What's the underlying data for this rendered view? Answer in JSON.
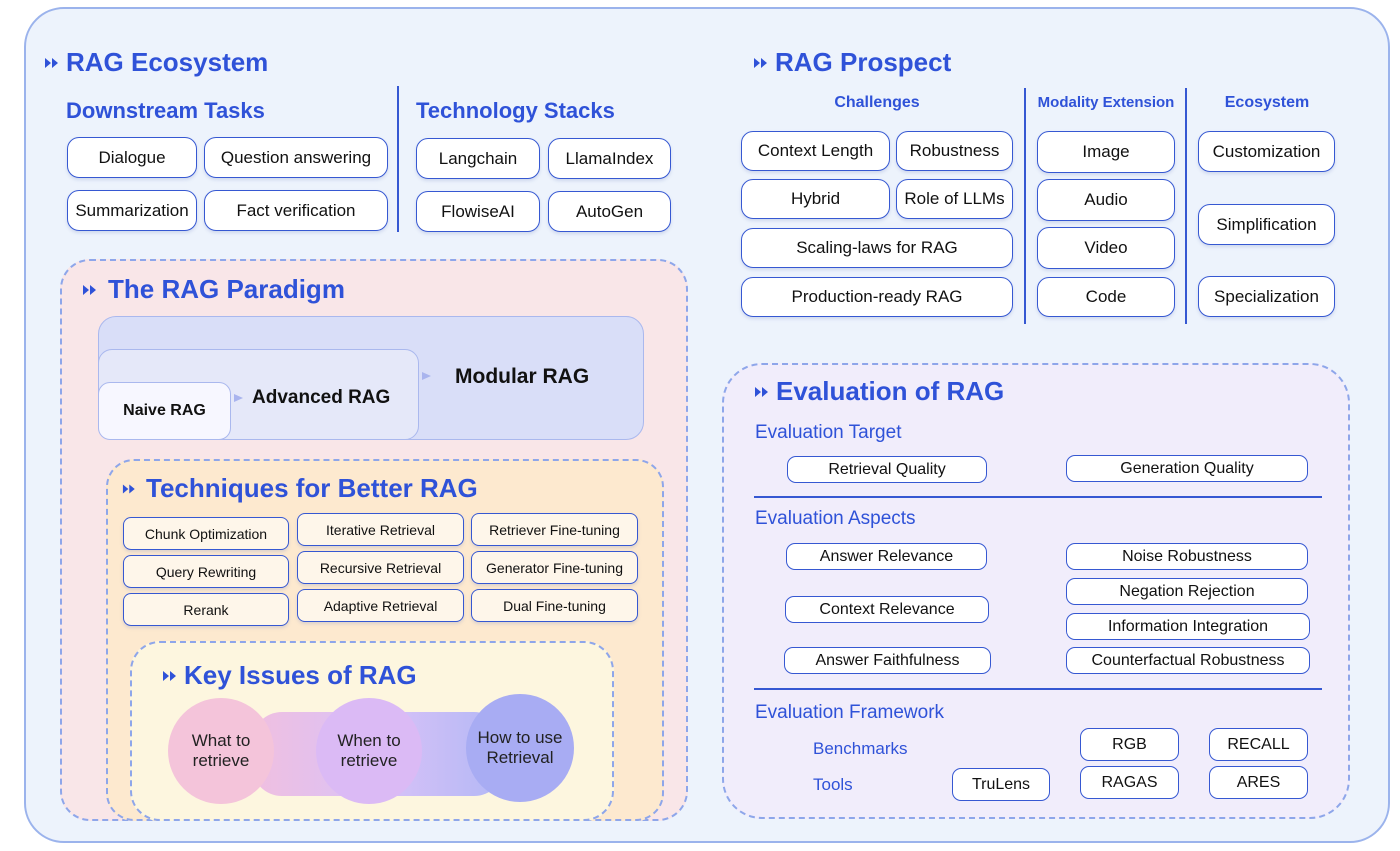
{
  "ecosystem": {
    "title": "RAG Ecosystem",
    "downstream": {
      "title": "Downstream Tasks",
      "items": [
        "Dialogue",
        "Question answering",
        "Summarization",
        "Fact verification"
      ]
    },
    "stacks": {
      "title": "Technology Stacks",
      "items": [
        "Langchain",
        "LlamaIndex",
        "FlowiseAI",
        "AutoGen"
      ]
    }
  },
  "paradigm": {
    "title": "The RAG Paradigm",
    "levels": [
      "Naive RAG",
      "Advanced RAG",
      "Modular RAG"
    ]
  },
  "techniques": {
    "title": "Techniques for Better RAG",
    "items": [
      "Chunk Optimization",
      "Iterative Retrieval",
      "Retriever Fine-tuning",
      "Query Rewriting",
      "Recursive Retrieval",
      "Generator Fine-tuning",
      "Rerank",
      "Adaptive Retrieval",
      "Dual Fine-tuning"
    ]
  },
  "key_issues": {
    "title": "Key Issues of RAG",
    "items": [
      {
        "line1": "What to",
        "line2": "retrieve"
      },
      {
        "line1": "When to",
        "line2": "retrieve"
      },
      {
        "line1": "How to use",
        "line2": "Retrieval"
      }
    ]
  },
  "prospect": {
    "title": "RAG Prospect",
    "challenges": {
      "title": "Challenges",
      "items": [
        "Context Length",
        "Robustness",
        "Hybrid",
        "Role of LLMs",
        "Scaling-laws for RAG",
        "Production-ready RAG"
      ]
    },
    "modality": {
      "title": "Modality Extension",
      "items": [
        "Image",
        "Audio",
        "Video",
        "Code"
      ]
    },
    "ecosystem": {
      "title": "Ecosystem",
      "items": [
        "Customization",
        "Simplification",
        "Specialization"
      ]
    }
  },
  "evaluation": {
    "title": "Evaluation of RAG",
    "target": {
      "title": "Evaluation Target",
      "items": [
        "Retrieval Quality",
        "Generation Quality"
      ]
    },
    "aspects": {
      "title": "Evaluation Aspects",
      "left": [
        "Answer Relevance",
        "Context Relevance",
        "Answer Faithfulness"
      ],
      "right": [
        "Noise Robustness",
        "Negation Rejection",
        "Information Integration",
        "Counterfactual Robustness"
      ]
    },
    "framework": {
      "title": "Evaluation Framework",
      "benchmarks_label": "Benchmarks",
      "tools_label": "Tools",
      "benchmarks": [
        "RGB",
        "RECALL"
      ],
      "tools": [
        "TruLens",
        "RAGAS",
        "ARES"
      ]
    }
  },
  "colors": {
    "accent": "#2f52d8",
    "outer_bg": "#edf3fc",
    "paradigm_bg": "#f9e6e8",
    "techniques_bg": "#fde9cf",
    "key_bg": "#fdf6df",
    "eval_bg": "#f1edfb"
  }
}
